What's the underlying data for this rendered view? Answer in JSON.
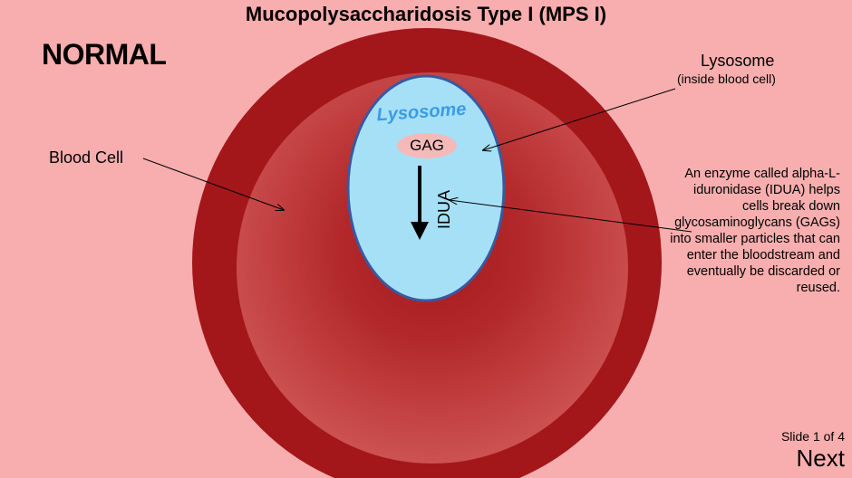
{
  "slide": {
    "title": "Mucopolysaccharidosis Type I (MPS I)",
    "state_label": "NORMAL",
    "lysosome_callout": "Lysosome",
    "lysosome_callout_sub": "(inside blood cell)",
    "blood_cell_label": "Blood Cell",
    "inner_lysosome_label": "Lysosome",
    "gag_label": "GAG",
    "enzyme_label": "IDUA",
    "description": "An enzyme called alpha-L-iduronidase (IDUA) helps cells break down glycosaminoglycans (GAGs) into smaller particles that can enter the bloodstream and eventually be discarded or reused.",
    "slide_number": "Slide 1 of 4",
    "next_label": "Next"
  },
  "colors": {
    "background": "#f8aeae",
    "cell_outer": "#a3171b",
    "cell_inner": "#c94a4a",
    "lysosome_fill": "#a6e0f7",
    "lysosome_border": "#3a58a0",
    "lysosome_text": "#3a9be8",
    "gag_fill": "#f5b9b9"
  },
  "icons": {
    "arrow": "down-arrow-icon"
  }
}
